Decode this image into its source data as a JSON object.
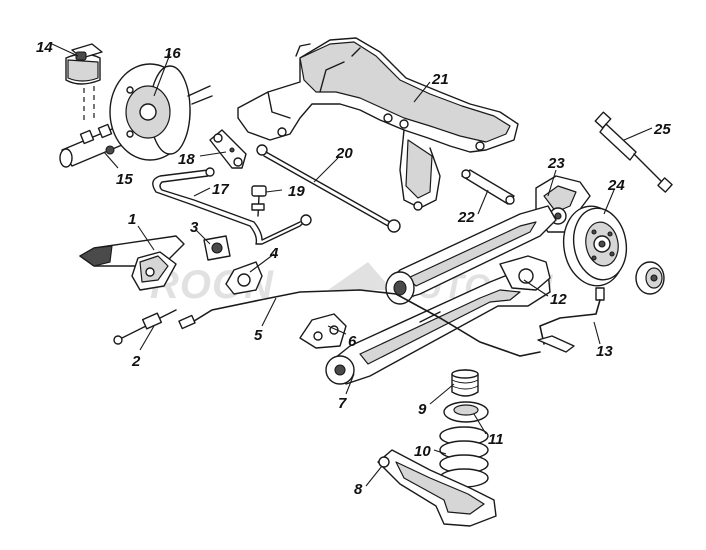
{
  "callouts": {
    "c1": "1",
    "c2": "2",
    "c3": "3",
    "c4": "4",
    "c5": "5",
    "c6": "6",
    "c7": "7",
    "c8": "8",
    "c9": "9",
    "c10": "10",
    "c11": "11",
    "c12": "12",
    "c13": "13",
    "c14": "14",
    "c15": "15",
    "c16": "16",
    "c17": "17",
    "c18": "18",
    "c19": "19",
    "c20": "20",
    "c21": "21",
    "c22": "22",
    "c23": "23",
    "c24": "24",
    "c25": "25"
  },
  "watermark": {
    "left": "ROON",
    "right": "AUTO.RU"
  },
  "colors": {
    "ink": "#1a1a1a",
    "watermark": "#c9c9c9",
    "background": "#ffffff"
  }
}
